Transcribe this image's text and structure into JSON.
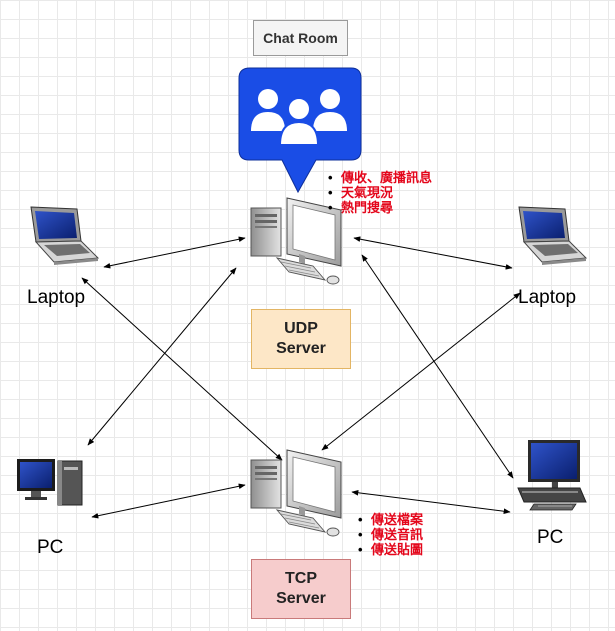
{
  "title": "Chat Room",
  "devices": {
    "laptop_left": "Laptop",
    "laptop_right": "Laptop",
    "pc_left": "PC",
    "pc_right": "PC"
  },
  "servers": {
    "udp": {
      "label": "UDP\nServer",
      "features": [
        "傳收、廣播訊息",
        "天氣現況",
        "熱門搜尋"
      ]
    },
    "tcp": {
      "label": "TCP\nServer",
      "features": [
        "傳送檔案",
        "傳送音訊",
        "傳送貼圖"
      ]
    }
  },
  "icons": {
    "chat": "group-chat-icon",
    "udp_server": "server-computer-icon",
    "tcp_server": "server-computer-icon",
    "laptop": "laptop-icon",
    "pc": "desktop-pc-icon"
  },
  "colors": {
    "chat_bubble": "#1a4de6",
    "feature_text": "#e4061b",
    "udp_fill": "#fde7c7",
    "tcp_fill": "#f6cccc"
  }
}
